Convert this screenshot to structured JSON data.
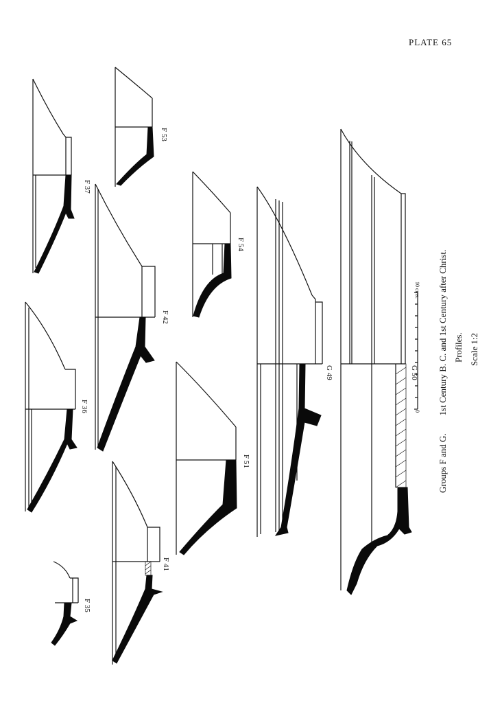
{
  "plate": {
    "title": "PLATE 65"
  },
  "profiles": [
    {
      "id": "f37",
      "label": "F 37"
    },
    {
      "id": "f53",
      "label": "F 53"
    },
    {
      "id": "f42",
      "label": "F 42"
    },
    {
      "id": "f54",
      "label": "F 54"
    },
    {
      "id": "f36",
      "label": "F 36"
    },
    {
      "id": "f51",
      "label": "F 51"
    },
    {
      "id": "f41",
      "label": "F 41"
    },
    {
      "id": "f35",
      "label": "F 35"
    },
    {
      "id": "g49",
      "label": "G 49"
    },
    {
      "id": "g50",
      "label": "G 50"
    }
  ],
  "scale_bar": {
    "zero": "0",
    "end": "10 cms."
  },
  "caption": {
    "line1": "Groups F and G.        1st Century B. C. and 1st Century after Christ.",
    "line2": "Profiles.",
    "line3": "Scale 1:2"
  }
}
